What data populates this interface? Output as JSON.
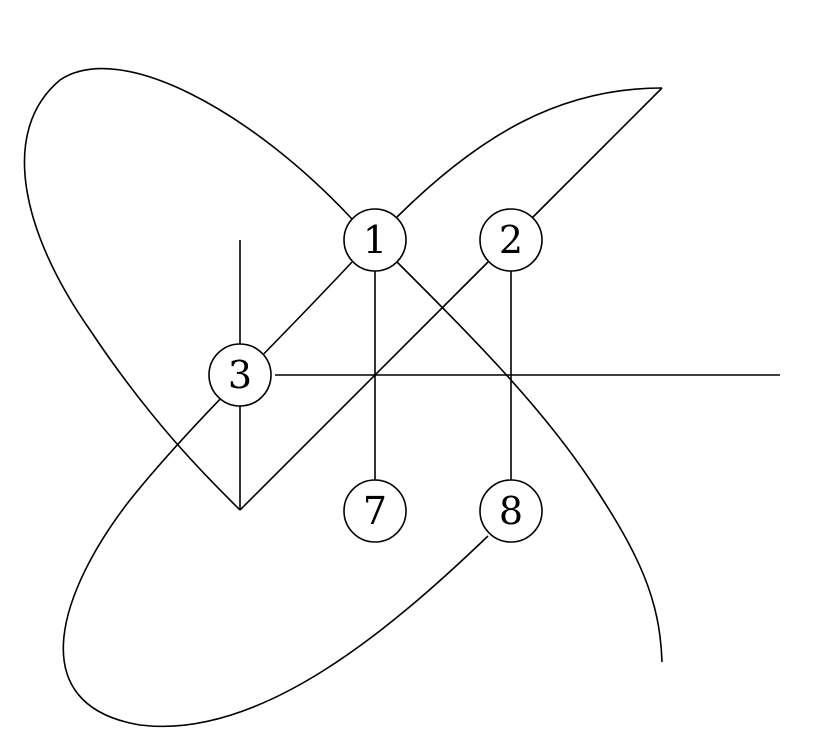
{
  "diagram": {
    "nodes": [
      {
        "id": "1",
        "label": "1"
      },
      {
        "id": "2",
        "label": "2"
      },
      {
        "id": "3",
        "label": "3"
      },
      {
        "id": "7",
        "label": "7"
      },
      {
        "id": "8",
        "label": "8"
      }
    ],
    "colors": {
      "stroke": "#000000",
      "background": "#ffffff"
    }
  }
}
